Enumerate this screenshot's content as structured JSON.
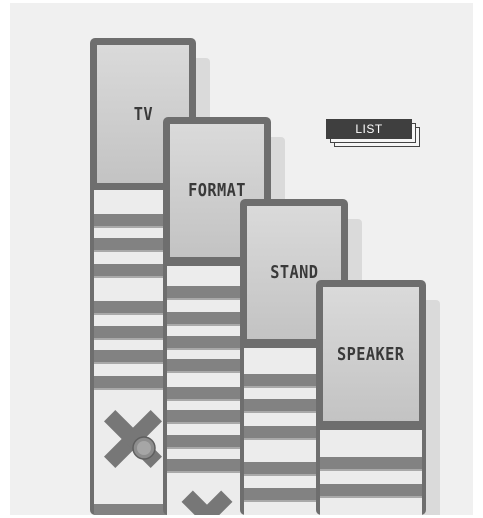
{
  "cards": [
    {
      "label": "TV"
    },
    {
      "label": "FORMAT"
    },
    {
      "label": "STAND"
    },
    {
      "label": "SPEAKER"
    }
  ],
  "list_button": {
    "label": "LIST"
  },
  "colors": {
    "background": "#f0f0f0",
    "frame": "#6e6e6e",
    "screen": "#cfcfcf",
    "bar": "#828282",
    "shadow": "#dadada",
    "list_button": "#3f3f3f"
  },
  "icons": [
    "cross-knob-icon",
    "cross-icon"
  ]
}
